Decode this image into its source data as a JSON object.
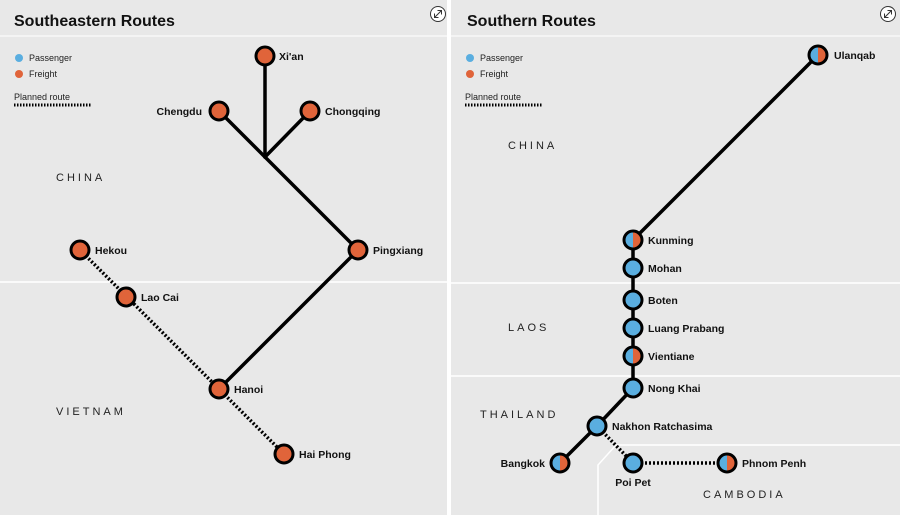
{
  "colors": {
    "passenger": "#5aaee0",
    "freight": "#e0643a",
    "line": "#000000",
    "panel_bg": "#e8e8e8",
    "border": "#ffffff"
  },
  "left": {
    "title": "Southeastern Routes",
    "expand_icon": "expand-icon",
    "legend": {
      "passenger": "Passenger",
      "freight": "Freight",
      "planned": "Planned route"
    },
    "countries": {
      "china": "CHINA",
      "vietnam": "VIETNAM"
    },
    "stations": {
      "xian": "Xi'an",
      "chengdu": "Chengdu",
      "chongqing": "Chongqing",
      "pingxiang": "Pingxiang",
      "hekou": "Hekou",
      "laocai": "Lao Cai",
      "hanoi": "Hanoi",
      "haiphong": "Hai Phong"
    }
  },
  "right": {
    "title": "Southern Routes",
    "expand_icon": "expand-icon",
    "legend": {
      "passenger": "Passenger",
      "freight": "Freight",
      "planned": "Planned route"
    },
    "countries": {
      "china": "CHINA",
      "laos": "LAOS",
      "thailand": "THAILAND",
      "cambodia": "CAMBODIA"
    },
    "stations": {
      "ulanqab": "Ulanqab",
      "kunming": "Kunming",
      "mohan": "Mohan",
      "boten": "Boten",
      "luangprabang": "Luang Prabang",
      "vientiane": "Vientiane",
      "nongkhai": "Nong Khai",
      "nakhon": "Nakhon Ratchasima",
      "bangkok": "Bangkok",
      "poipet": "Poi Pet",
      "phnompenh": "Phnom Penh"
    }
  }
}
